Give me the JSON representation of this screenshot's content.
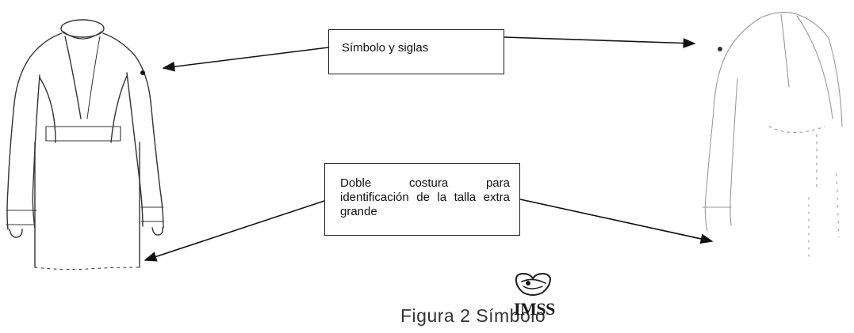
{
  "callouts": {
    "symbol": "Símbolo y siglas",
    "seam": "Doble costura para identificación de la talla extra grande"
  },
  "caption": "Figura 2 Símbolo",
  "logo": {
    "wordmark": "IMSS"
  },
  "colors": {
    "ink": "#222222",
    "faded_ink": "#9a9a9a",
    "background": "#ffffff"
  }
}
